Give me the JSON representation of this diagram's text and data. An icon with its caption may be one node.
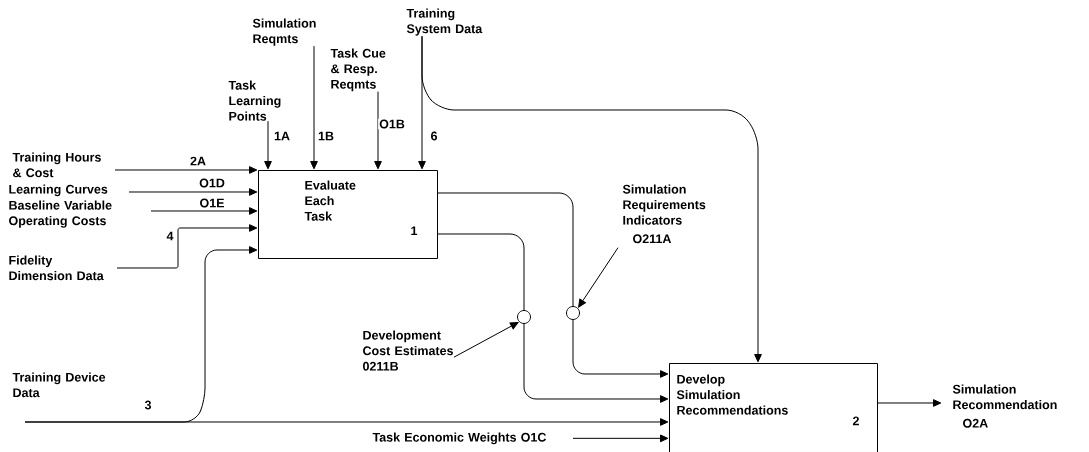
{
  "diagram": {
    "nodes": [
      {
        "text": [
          "Evaluate Each Task",
          "1"
        ]
      },
      {
        "text": [
          "Develop Simulation Recommendations",
          "2"
        ]
      },
      {
        "text": [
          "Training Hours & Cost"
        ]
      },
      {
        "text": [
          "Learning Curves"
        ]
      },
      {
        "text": [
          "Baseline Variable Operating Costs"
        ]
      },
      {
        "text": [
          "Fidelity Dimension Data"
        ]
      },
      {
        "text": [
          "Training Device Data"
        ]
      },
      {
        "text": [
          "Task Learning Points"
        ]
      },
      {
        "text": [
          "Simulation Reqmts"
        ]
      },
      {
        "text": [
          "Task Cue & Resp. Reqmts"
        ]
      },
      {
        "text": [
          "Training System Data"
        ]
      },
      {
        "text": [
          "Simulation Requirements Indicators",
          "O211A"
        ]
      },
      {
        "text": [
          "Development Cost Estimates 0211B"
        ]
      },
      {
        "text": [],
        "shape": "circle"
      },
      {
        "text": [],
        "shape": "circle"
      },
      {
        "text": [
          "Task Economic Weights O1C"
        ]
      },
      {
        "text": [
          "Simulation Recommendation",
          "O2A"
        ]
      }
    ],
    "edges": [
      {
        "from": 2,
        "to": 0,
        "arrow": "to",
        "label": "2A"
      },
      {
        "from": 3,
        "to": 0,
        "arrow": "to",
        "label": "O1D"
      },
      {
        "from": 4,
        "to": 0,
        "arrow": "to",
        "label": "O1E"
      },
      {
        "from": 5,
        "to": 0,
        "arrow": "to",
        "label": "4"
      },
      {
        "from": 6,
        "to": 0,
        "arrow": "to"
      },
      {
        "from": 6,
        "to": 1,
        "arrow": "to",
        "label": "3"
      },
      {
        "from": 7,
        "to": 0,
        "arrow": "to",
        "label": "1A"
      },
      {
        "from": 8,
        "to": 0,
        "arrow": "to",
        "label": "1B"
      },
      {
        "from": 9,
        "to": 0,
        "arrow": "to",
        "label": "O1B"
      },
      {
        "from": 10,
        "to": 0,
        "arrow": "to",
        "label": "6"
      },
      {
        "from": 10,
        "to": 1,
        "arrow": "to"
      },
      {
        "from": 0,
        "to": 14,
        "arrow": "none"
      },
      {
        "from": 14,
        "to": 1,
        "arrow": "to"
      },
      {
        "from": 0,
        "to": 13,
        "arrow": "none"
      },
      {
        "from": 13,
        "to": 1,
        "arrow": "to"
      },
      {
        "from": 11,
        "to": 14,
        "arrow": "to"
      },
      {
        "from": 12,
        "to": 13,
        "arrow": "to"
      },
      {
        "from": 15,
        "to": 1,
        "arrow": "to"
      },
      {
        "from": 1,
        "to": 16,
        "arrow": "to"
      }
    ]
  }
}
